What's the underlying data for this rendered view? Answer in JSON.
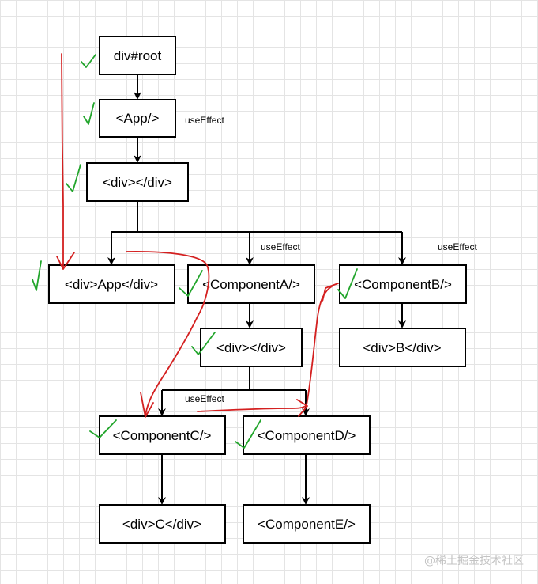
{
  "nodes": {
    "root": "div#root",
    "app": "<App/>",
    "div1": "<div></div>",
    "divApp": "<div>App</div>",
    "compA": "<ComponentA/>",
    "compB": "<ComponentB/>",
    "div2": "<div></div>",
    "divB": "<div>B</div>",
    "compC": "<ComponentC/>",
    "compD": "<ComponentD/>",
    "divC": "<div>C</div>",
    "compE": "<ComponentE/>"
  },
  "annotations": {
    "app_effect": "useEffect",
    "compA_effect": "useEffect",
    "compB_effect": "useEffect",
    "compD_effect": "useEffect"
  },
  "watermark": "@稀土掘金技术社区",
  "colors": {
    "traversal_path": "#d42020",
    "completed_check": "#22a52c",
    "grid": "#e4e4e4"
  }
}
